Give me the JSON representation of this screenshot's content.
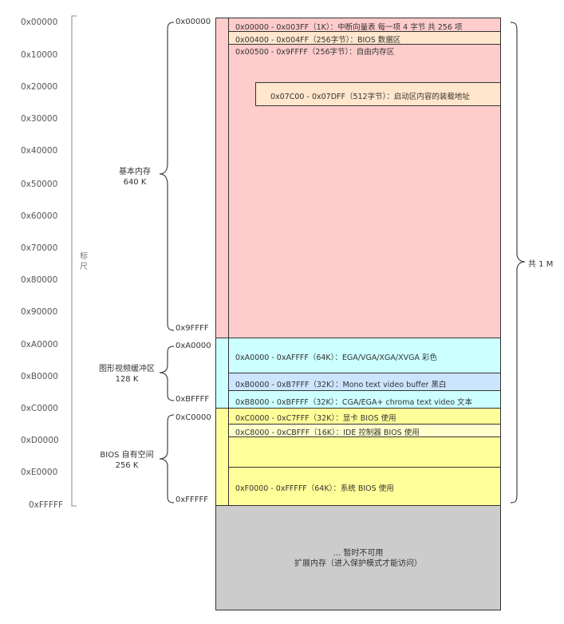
{
  "ruler": {
    "label": "标\n尺",
    "ticks": [
      "0x00000",
      "0x10000",
      "0x20000",
      "0x30000",
      "0x40000",
      "0x50000",
      "0x60000",
      "0x70000",
      "0x80000",
      "0x90000",
      "0xA0000",
      "0xB0000",
      "0xC0000",
      "0xD0000",
      "0xE0000",
      "0xFFFFF"
    ]
  },
  "groups": {
    "base": {
      "name": "基本内存",
      "size": "640 K",
      "start": "0x00000",
      "end": "0x9FFFF"
    },
    "video": {
      "name": "图形视频缓冲区",
      "size": "128 K",
      "start": "0xA0000",
      "end": "0xBFFFF"
    },
    "bios": {
      "name": "BIOS 自有空间",
      "size": "256 K",
      "start": "0xC0000",
      "end": "0xFFFFF"
    },
    "total": "共 1 M"
  },
  "regions": {
    "ivt": "0x00000 - 0x003FF（1K）：中断向量表 每一项 4 字节 共 256 项",
    "bda": "0x00400 - 0x004FF（256字节）：BIOS 数据区",
    "free": "0x00500 - 0x9FFFF（256字节）：自由内存区",
    "boot": "0x07C00 - 0x07DFF（512字节）：启动区内容的装载地址",
    "ega": "0xA0000 - 0xAFFFF（64K）：EGA/VGA/XGA/XVGA 彩色",
    "mono": "0xB0000 - 0xB7FFF（32K）：Mono text video buffer 黑白",
    "cga": "0xB8000 - 0xBFFFF（32K）：CGA/EGA+ chroma text video 文本",
    "vbios": "0xC0000 - 0xC7FFF（32K）：显卡 BIOS 使用",
    "ide": "0xC8000 - 0xCBFFF（16K）：IDE 控制器 BIOS 使用",
    "sysbios": "0xF0000 - 0xFFFFF（64K）：系统 BIOS 使用",
    "ext_line1": "... 暂时不可用",
    "ext_line2": "扩展内存（进入保护模式才能访问）"
  },
  "colors": {
    "base": "#ffcccc",
    "bda": "#ffe6cc",
    "video": "#ccffff",
    "mono": "#cce5ff",
    "bios": "#ffff99",
    "ide": "#ffffcc",
    "ext": "#cccccc"
  }
}
